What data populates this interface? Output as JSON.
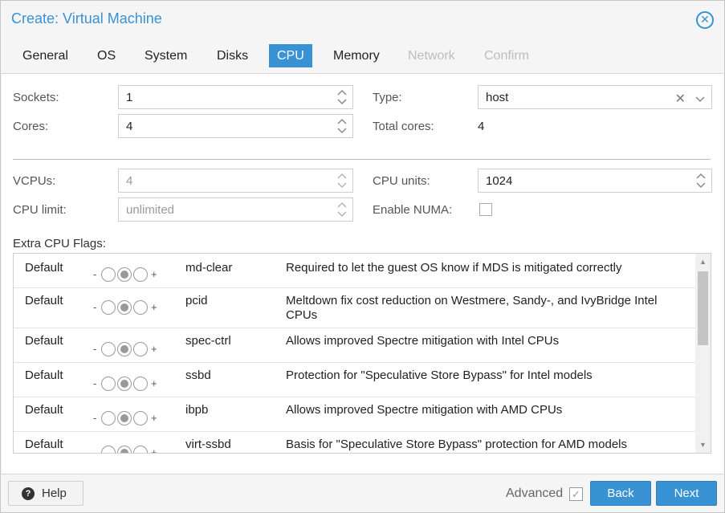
{
  "window": {
    "title": "Create: Virtual Machine"
  },
  "tabs": [
    {
      "label": "General",
      "state": "normal"
    },
    {
      "label": "OS",
      "state": "normal"
    },
    {
      "label": "System",
      "state": "normal"
    },
    {
      "label": "Disks",
      "state": "normal"
    },
    {
      "label": "CPU",
      "state": "active"
    },
    {
      "label": "Memory",
      "state": "normal"
    },
    {
      "label": "Network",
      "state": "disabled"
    },
    {
      "label": "Confirm",
      "state": "disabled"
    }
  ],
  "form": {
    "sockets": {
      "label": "Sockets:",
      "value": "1"
    },
    "cores": {
      "label": "Cores:",
      "value": "4"
    },
    "type": {
      "label": "Type:",
      "value": "host"
    },
    "total_cores": {
      "label": "Total cores:",
      "value": "4"
    },
    "vcpus": {
      "label": "VCPUs:",
      "value": "4"
    },
    "cpu_units": {
      "label": "CPU units:",
      "value": "1024"
    },
    "cpu_limit": {
      "label": "CPU limit:",
      "value": "unlimited"
    },
    "enable_numa": {
      "label": "Enable NUMA:",
      "checked": false
    }
  },
  "flags": {
    "title": "Extra CPU Flags:",
    "minus": "-",
    "plus": "+",
    "rows": [
      {
        "state": "Default",
        "name": "md-clear",
        "description": "Required to let the guest OS know if MDS is mitigated correctly"
      },
      {
        "state": "Default",
        "name": "pcid",
        "description": "Meltdown fix cost reduction on Westmere, Sandy-, and IvyBridge Intel CPUs"
      },
      {
        "state": "Default",
        "name": "spec-ctrl",
        "description": "Allows improved Spectre mitigation with Intel CPUs"
      },
      {
        "state": "Default",
        "name": "ssbd",
        "description": "Protection for \"Speculative Store Bypass\" for Intel models"
      },
      {
        "state": "Default",
        "name": "ibpb",
        "description": "Allows improved Spectre mitigation with AMD CPUs"
      },
      {
        "state": "Default",
        "name": "virt-ssbd",
        "description": "Basis for \"Speculative Store Bypass\" protection for AMD models"
      }
    ]
  },
  "footer": {
    "help_label": "Help",
    "advanced_label": "Advanced",
    "advanced_checked": true,
    "back_label": "Back",
    "next_label": "Next"
  },
  "colors": {
    "accent": "#3892d4",
    "disabled_tab": "#bdbdbd"
  }
}
